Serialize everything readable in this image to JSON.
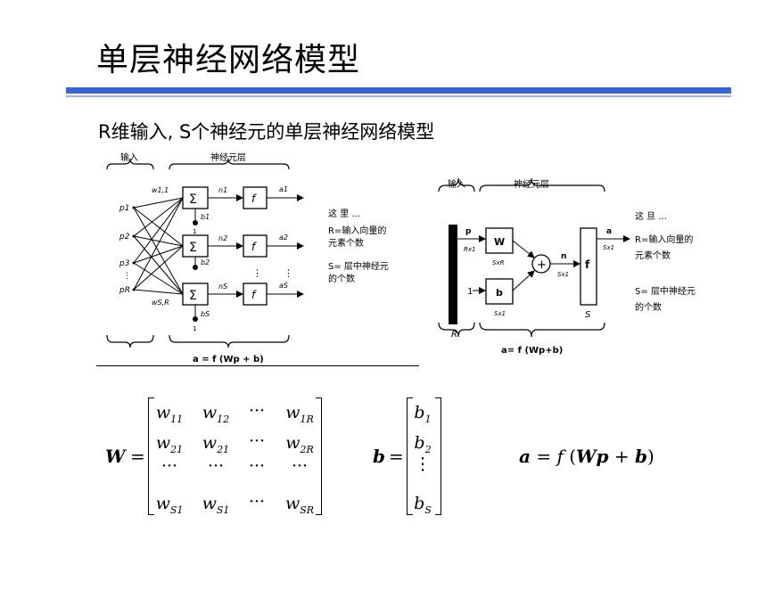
{
  "slide": {
    "title": "单层神经网络模型",
    "subtitle": "R维输入, S个神经元的单层神经网络模型"
  },
  "figure_left": {
    "label_input": "输入",
    "label_layer": "神经元层",
    "inputs": [
      "p1",
      "p2",
      "p3",
      "pR"
    ],
    "weight_labels": [
      "w1,1",
      "wS,R"
    ],
    "bias_labels": [
      "b1",
      "b2",
      "bS"
    ],
    "net_labels": [
      "n1",
      "n2",
      "nS"
    ],
    "out_labels": [
      "a1",
      "a2",
      "aS"
    ],
    "sum_symbol": "Σ",
    "func_symbol": "f",
    "one_label": "1",
    "note_line1": "这 里 ...",
    "note_line2": "R=输入向量的",
    "note_line3": "元素个数",
    "note_line4": "S= 层中神经元",
    "note_line5": "的个数",
    "equation": "a = f (Wp + b)"
  },
  "figure_right": {
    "label_input": "输入",
    "label_layer": "神经元层",
    "p_label": "p",
    "p_dim": "Rx1",
    "w_label": "W",
    "w_dim": "SxR",
    "b_label": "b",
    "b_dim": "Sx1",
    "one_label": "1",
    "n_label": "n",
    "n_dim": "Sx1",
    "f_label": "f",
    "a_label": "a",
    "a_dim": "Sx1",
    "r_label": "R",
    "s_label": "S",
    "plus": "+",
    "note_line1": "这 旦 ...",
    "note_line2": "R=输入向量的",
    "note_line3": "元素个数",
    "note_line4": "S= 层中神经元",
    "note_line5": "的个数",
    "equation": "a= f (Wp+b)"
  },
  "matrices": {
    "W_label": "W",
    "b_label": "b",
    "equals": "=",
    "W_rows": [
      [
        "w11",
        "w12",
        "···",
        "w1R"
      ],
      [
        "w21",
        "w21",
        "···",
        "w2R"
      ],
      [
        "···",
        "···",
        "···",
        "···"
      ],
      [
        "wS1",
        "wS1",
        "···",
        "wSR"
      ]
    ],
    "b_rows": [
      "b1",
      "b2",
      "⋮",
      "bS"
    ],
    "formula": "a = f (Wp + b)"
  }
}
